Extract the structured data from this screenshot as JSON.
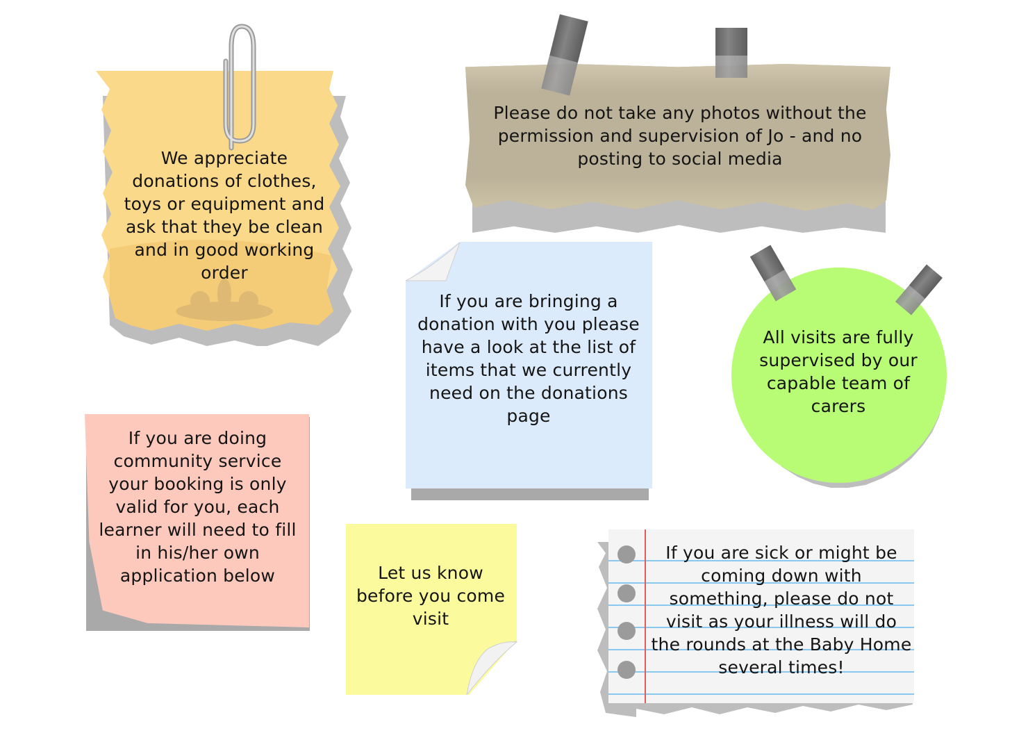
{
  "notes": {
    "donations_quality": "We appreciate donations of clothes, toys or equipment and ask that they be clean and in good working order",
    "photos": "Please do not take any photos without the permission and supervision of Jo - and no posting to social media",
    "bringing_donation": "If you are bringing a donation with you please have a look at the list of items that we currently need on the donations page",
    "supervised": "All visits are fully supervised by our capable team of carers",
    "community_service": "If you are doing community service your booking is only valid for you, each learner will need to fill in his/her own application below",
    "let_us_know": "Let us know before you come visit",
    "sick": "If you are sick or might be coming down with something, please do not visit as your illness will do the rounds at the Baby Home several times!"
  },
  "colors": {
    "orange_note": "#fbd98a",
    "tan_note": "#bcb29a",
    "blue_note": "#dcebfb",
    "green_note": "#b8fb74",
    "pink_note": "#fdc9bd",
    "yellow_note": "#fbfb9e",
    "lined_note": "#f4f4f4",
    "text": "#141414"
  }
}
